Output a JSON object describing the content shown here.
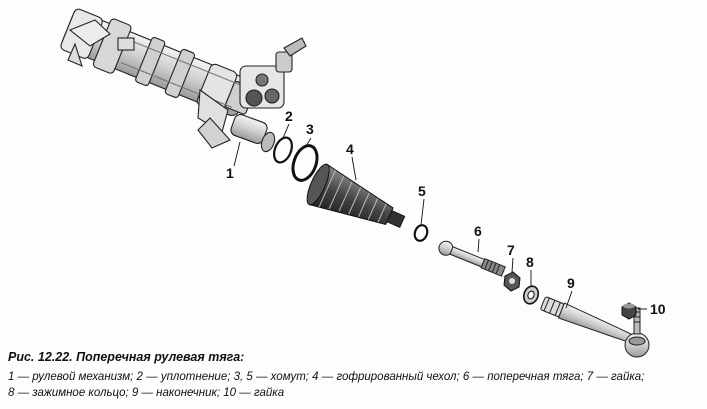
{
  "figure": {
    "callouts": [
      {
        "id": "1",
        "label": "1"
      },
      {
        "id": "2",
        "label": "2"
      },
      {
        "id": "3",
        "label": "3"
      },
      {
        "id": "4",
        "label": "4"
      },
      {
        "id": "5",
        "label": "5"
      },
      {
        "id": "6",
        "label": "6"
      },
      {
        "id": "7",
        "label": "7"
      },
      {
        "id": "8",
        "label": "8"
      },
      {
        "id": "9",
        "label": "9"
      },
      {
        "id": "10",
        "label": "10"
      }
    ]
  },
  "caption": {
    "title": "Рис. 12.22. Поперечная рулевая тяга:",
    "line1": "1 — рулевой механизм; 2 — уплотнение; 3, 5 — хомут; 4 — гофрированный чехол; 6 — поперечная тяга; 7 — гайка;",
    "line2": "8 — зажимное кольцо; 9 — наконечник; 10 — гайка"
  }
}
